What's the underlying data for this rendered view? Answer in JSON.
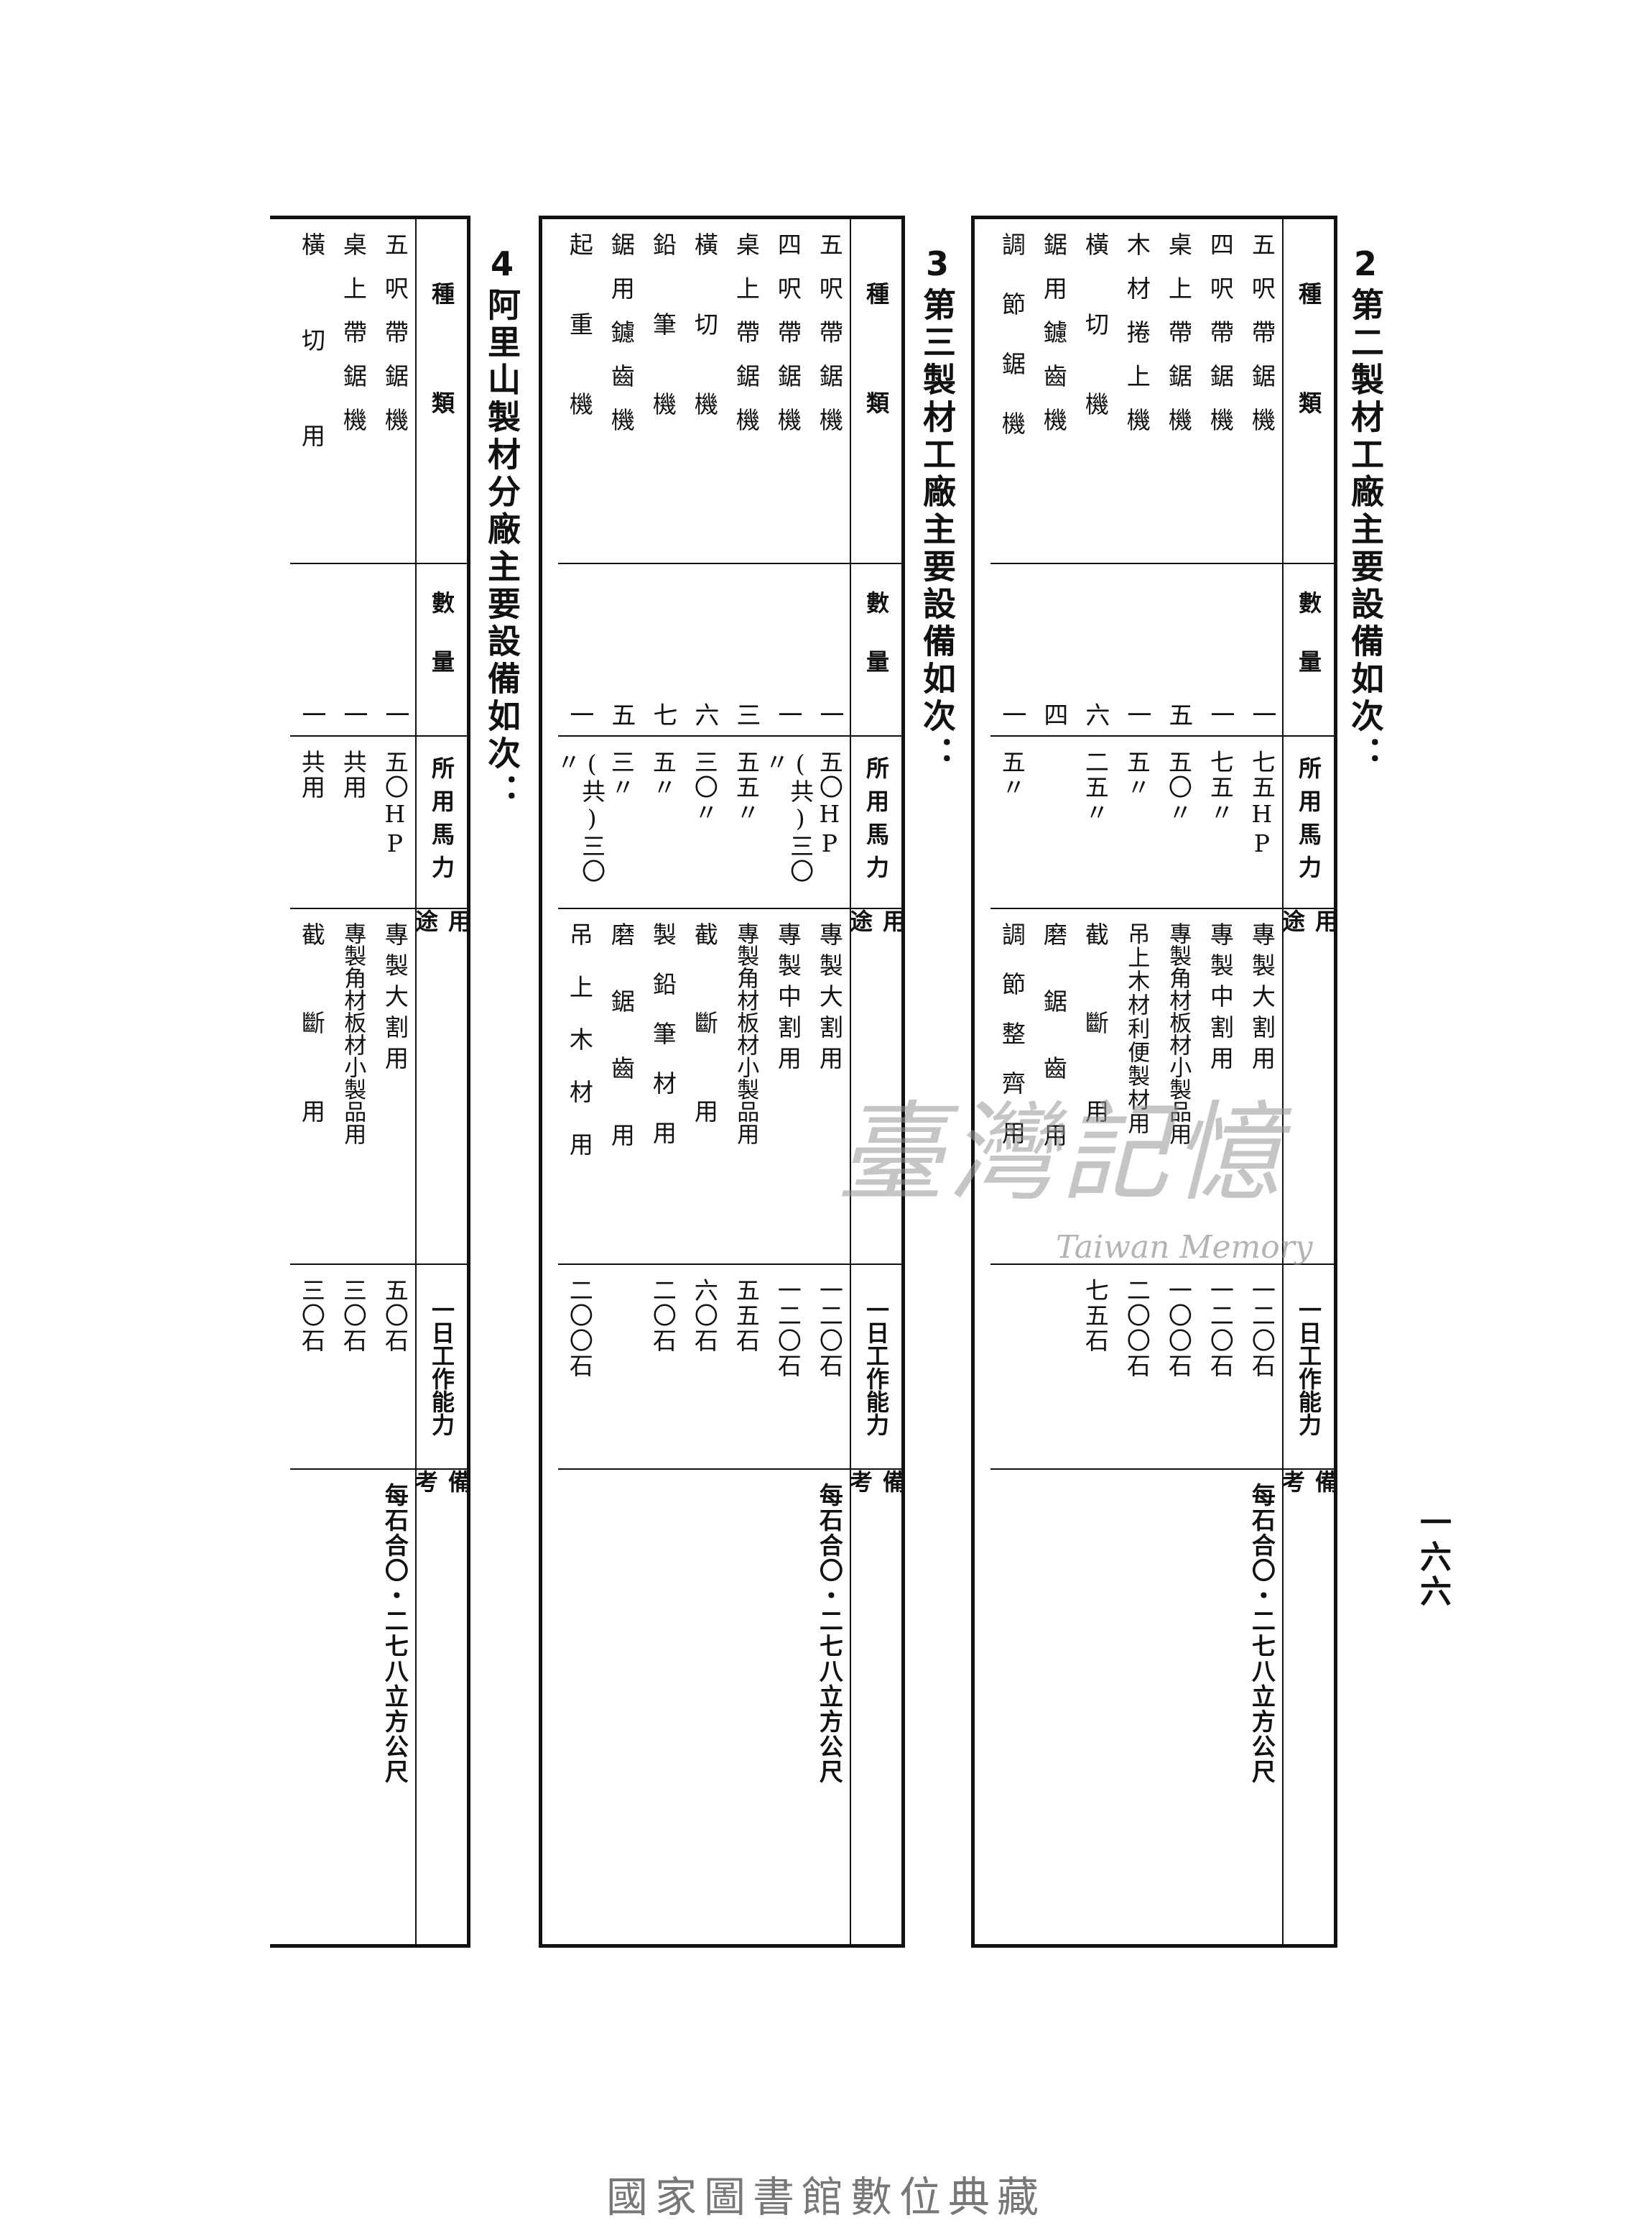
{
  "page_number": "一六六",
  "headers": {
    "kind": "種類",
    "quantity": "數量",
    "horsepower": "所用馬力",
    "purpose": "用途",
    "capacity": "一日工作能力",
    "note": "備考"
  },
  "sections": [
    {
      "number": "2",
      "title": "第二製材工廠主要設備如次：",
      "rows": [
        {
          "name": "五呎帶鋸機",
          "qty": "一",
          "hp": "七五HP",
          "use": "專製大割用",
          "cap": "一二〇石"
        },
        {
          "name": "四呎帶鋸機",
          "qty": "一",
          "hp": "七五〃",
          "use": "專製中割用",
          "cap": "一二〇石"
        },
        {
          "name": "桌上帶鋸機",
          "qty": "五",
          "hp": "五〇〃",
          "use": "專製角材板材小製品用",
          "cap": "一〇〇石"
        },
        {
          "name": "木材捲上機",
          "qty": "一",
          "hp": "五〃",
          "use": "吊上木材利便製材用",
          "cap": "二〇〇石"
        },
        {
          "name": "橫切機",
          "qty": "六",
          "hp": "二五〃",
          "use": "截斷用",
          "cap": "七五石"
        },
        {
          "name": "鋸用鑢齒機",
          "qty": "四",
          "hp": "",
          "use": "磨鋸齒用",
          "cap": ""
        },
        {
          "name": "調節鋸機",
          "qty": "一",
          "hp": "五〃",
          "use": "調節整齊用",
          "cap": ""
        }
      ],
      "note": "每石合〇・二七八立方公尺"
    },
    {
      "number": "3",
      "title": "第三製材工廠主要設備如次：",
      "rows": [
        {
          "name": "五呎帶鋸機",
          "qty": "一",
          "hp": "五〇HP",
          "use": "專製大割用",
          "cap": "一二〇石"
        },
        {
          "name": "四呎帶鋸機",
          "qty": "一",
          "hp": "(共)三〇〃",
          "use": "專製中割用",
          "cap": "一二〇石"
        },
        {
          "name": "桌上帶鋸機",
          "qty": "三",
          "hp": "五五〃",
          "use": "專製角材板材小製品用",
          "cap": "五五石"
        },
        {
          "name": "橫切機",
          "qty": "六",
          "hp": "三〇〃",
          "use": "截斷用",
          "cap": "六〇石"
        },
        {
          "name": "鉛筆機",
          "qty": "七",
          "hp": "五〃",
          "use": "製鉛筆材用",
          "cap": "二〇石"
        },
        {
          "name": "鋸用鑢齒機",
          "qty": "五",
          "hp": "三〃",
          "use": "磨鋸齒用",
          "cap": ""
        },
        {
          "name": "起重機",
          "qty": "一",
          "hp": "(共)三〇〃",
          "use": "吊上木材用",
          "cap": "二〇〇石"
        }
      ],
      "note": "每石合〇・二七八立方公尺"
    },
    {
      "number": "4",
      "title": "阿里山製材分廠主要設備如次：",
      "rows": [
        {
          "name": "五呎帶鋸機",
          "qty": "一",
          "hp": "五〇HP",
          "use": "專製大割用",
          "cap": "五〇石"
        },
        {
          "name": "桌上帶鋸機",
          "qty": "一",
          "hp": "共用",
          "use": "專製角材板材小製品用",
          "cap": "三〇石"
        },
        {
          "name": "橫切用",
          "qty": "一",
          "hp": "共用",
          "use": "截斷用",
          "cap": "三〇石"
        }
      ],
      "note": "每石合〇・二七八立方公尺"
    }
  ],
  "watermark": {
    "text": "臺灣記憶",
    "subtext": "Taiwan Memory"
  },
  "footer": "國家圖書館數位典藏"
}
